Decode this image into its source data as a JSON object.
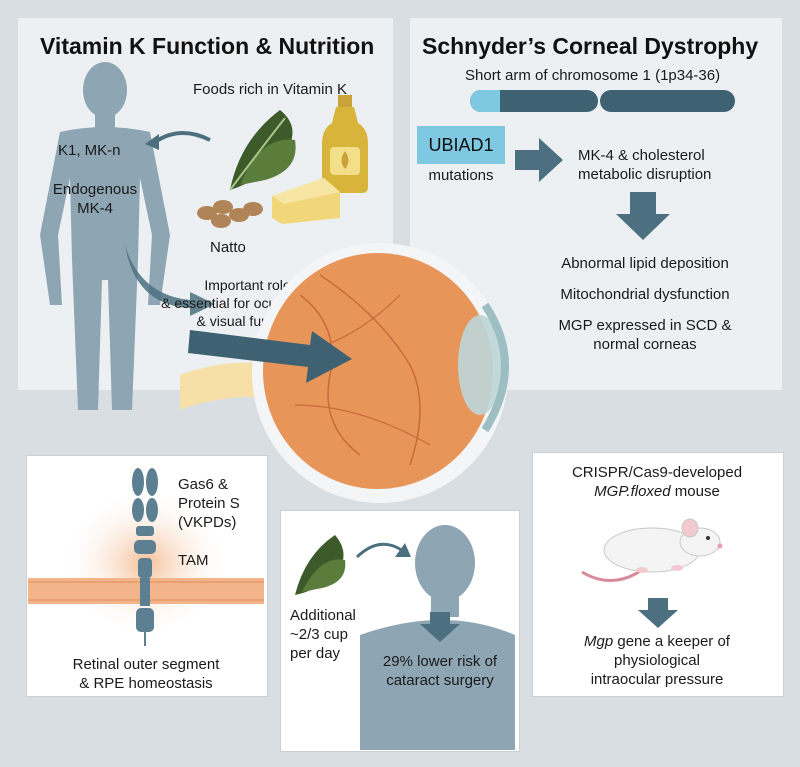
{
  "left_panel": {
    "title": "Vitamin K Function & Nutrition",
    "foods_label": "Foods rich in Vitamin K",
    "k1_label": "K1, MK-n",
    "endogenous_line1": "Endogenous",
    "endogenous_line2": "MK-4",
    "natto_label": "Natto",
    "role_line1": "Important role",
    "role_line2": "& essential for ocular health",
    "role_line3": "& visual function"
  },
  "right_panel": {
    "title": "Schnyder’s Corneal Dystrophy",
    "chromosome_label": "Short arm of chromosome 1 (1p34-36)",
    "gene_label": "UBIAD1",
    "mutations_label": "mutations",
    "disruption_line1": "MK-4 & cholesterol",
    "disruption_line2": "metabolic disruption",
    "outcome1": "Abnormal lipid deposition",
    "outcome2": "Mitochondrial dysfunction",
    "outcome3_line1": "MGP expressed in SCD &",
    "outcome3_line2": "normal corneas"
  },
  "bottom_left": {
    "protein_line1": "Gas6 &",
    "protein_line2": "Protein S",
    "protein_line3": "(VKPDs)",
    "tam_label": "TAM",
    "caption_line1": "Retinal outer segment",
    "caption_line2": "& RPE homeostasis"
  },
  "bottom_middle": {
    "additional_line1": "Additional",
    "additional_line2": "~2/3 cup",
    "additional_line3": "per day",
    "risk_line1": "29% lower risk of",
    "risk_line2": "cataract surgery"
  },
  "bottom_right": {
    "crispr_line1": "CRISPR/Cas9-developed",
    "crispr_line2": "MGP.floxed",
    "crispr_line2_suffix": " mouse",
    "mgp_italic": "Mgp",
    "mgp_line1_rest": " gene a keeper of",
    "mgp_line2": "physiological",
    "mgp_line3": "intraocular pressure"
  },
  "colors": {
    "silhouette": "#8ea5b3",
    "arrow": "#4c7080",
    "accent_blue": "#7ec8e1",
    "eye_orange": "#e8955a",
    "membrane": "#f2b48a",
    "panel_bg": "#ecf0f2"
  }
}
